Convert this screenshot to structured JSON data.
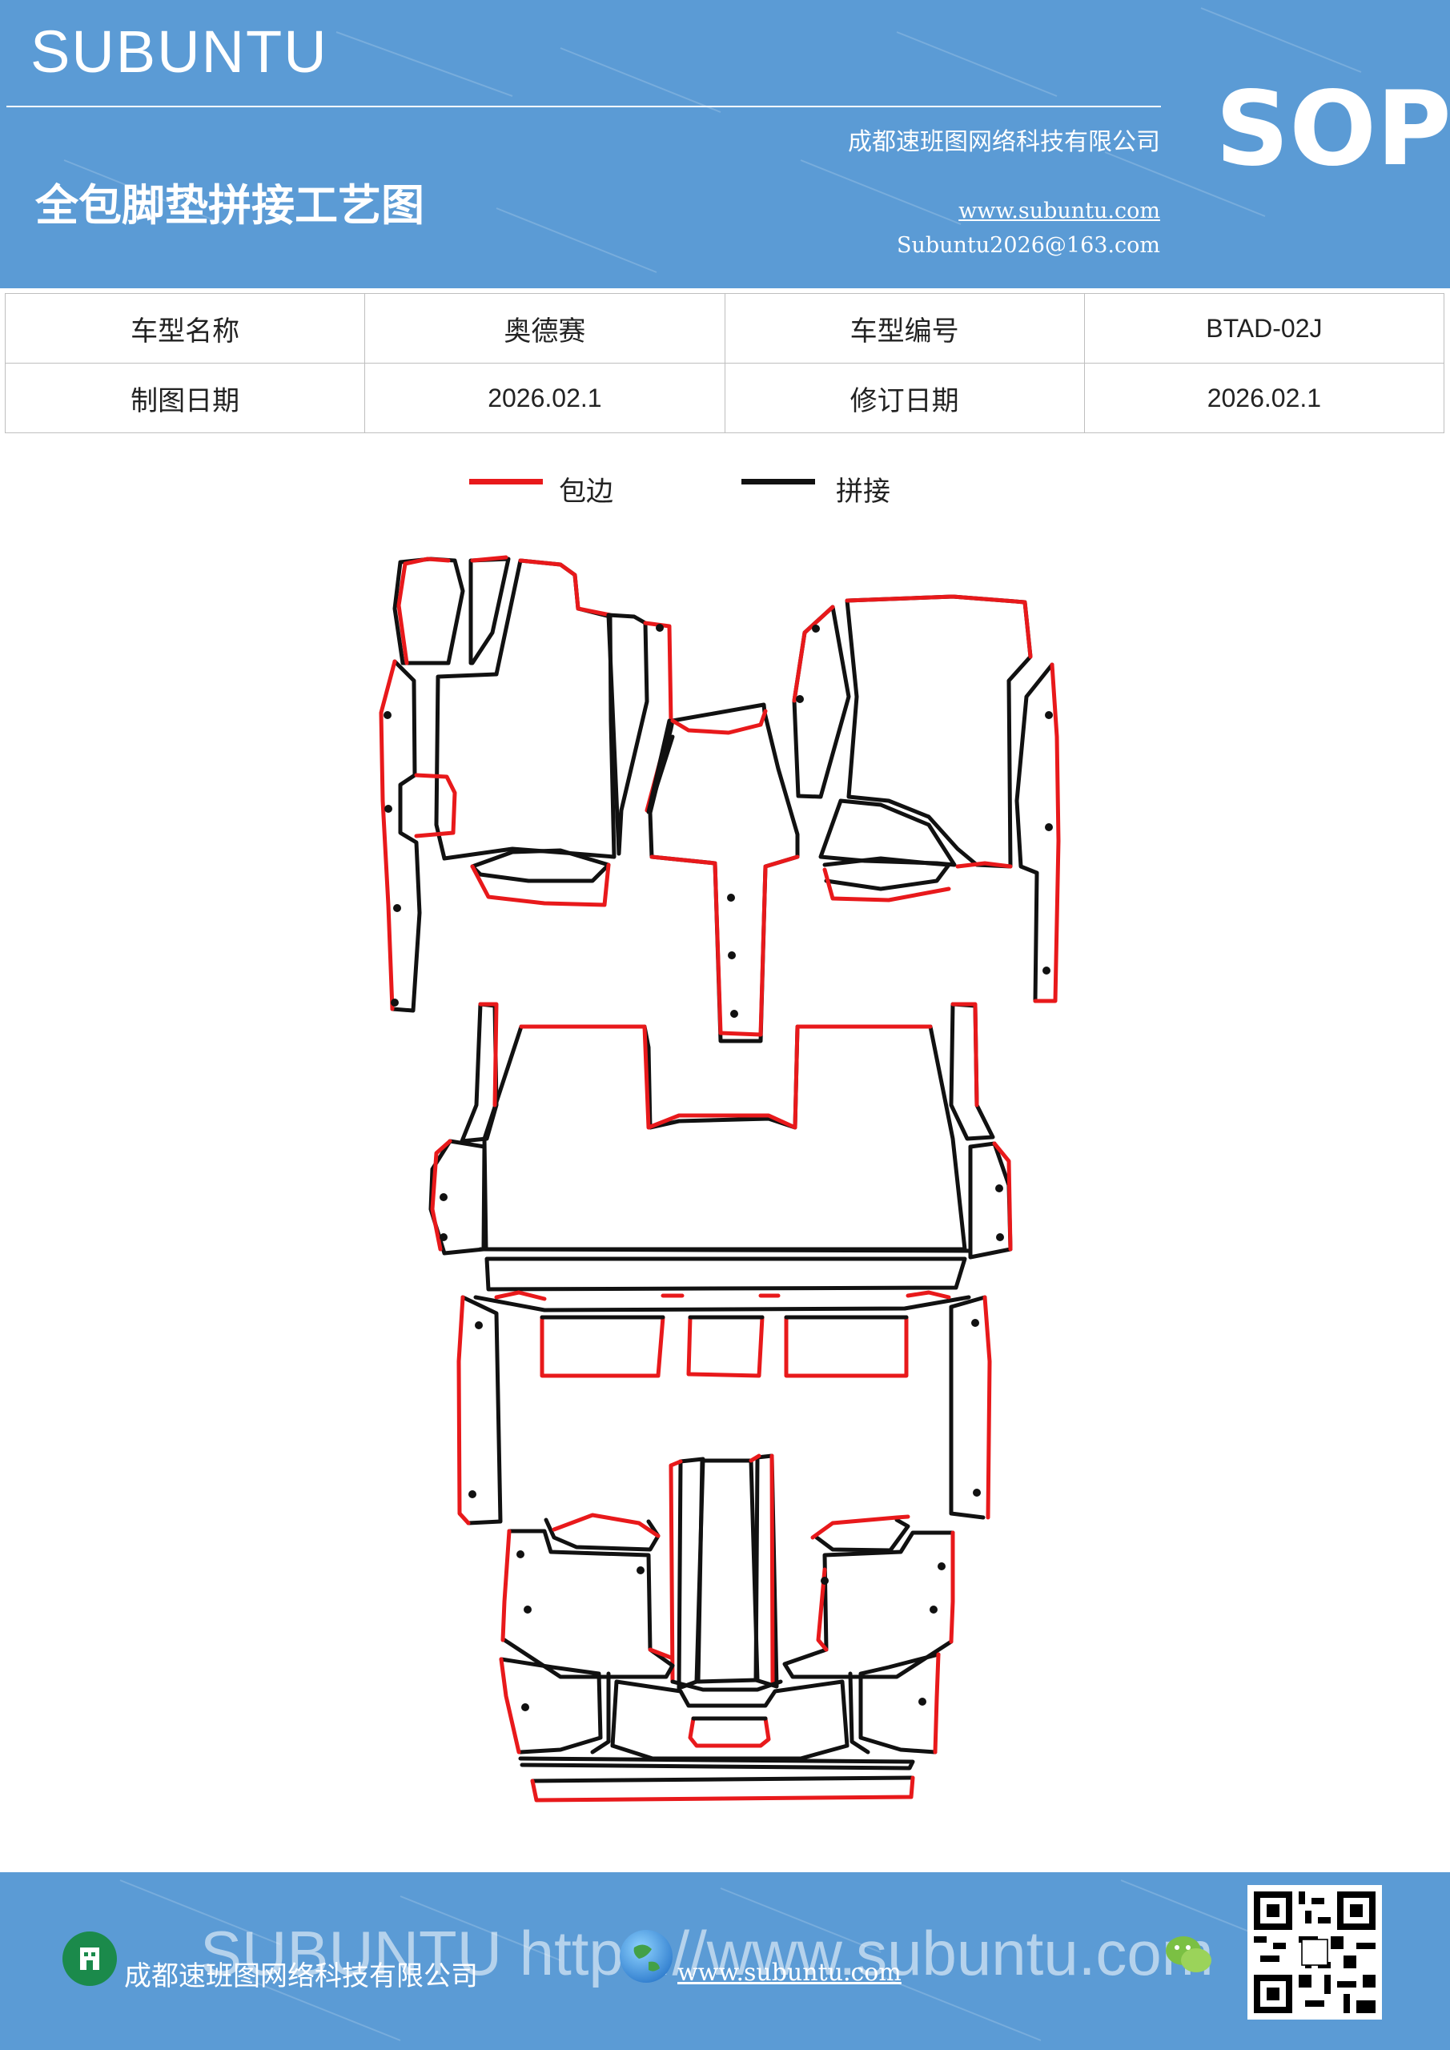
{
  "header": {
    "brand": "SUBUNTU",
    "doc_title": "全包脚垫拼接工艺图",
    "company": "成都速班图网络科技有限公司",
    "website": "www.subuntu.com",
    "email": "Subuntu2026@163.com",
    "badge": "SOP"
  },
  "info_table": {
    "model_name_label": "车型名称",
    "model_name_value": "奥德赛",
    "model_code_label": "车型编号",
    "model_code_value": "BTAD-02J",
    "draw_date_label": "制图日期",
    "draw_date_value": "2026.02.1",
    "revise_date_label": "修订日期",
    "revise_date_value": "2026.02.1"
  },
  "legend": {
    "edge_label": "包边",
    "edge_color": "#e8191b",
    "splice_label": "拼接",
    "splice_color": "#111111"
  },
  "footer": {
    "company": "成都速班图网络科技有限公司",
    "website": "www.subuntu.com",
    "banner": "SUBUNTU https://www.subuntu.com",
    "icons": [
      "building-icon",
      "globe-icon",
      "wechat-icon",
      "qr-code"
    ]
  }
}
